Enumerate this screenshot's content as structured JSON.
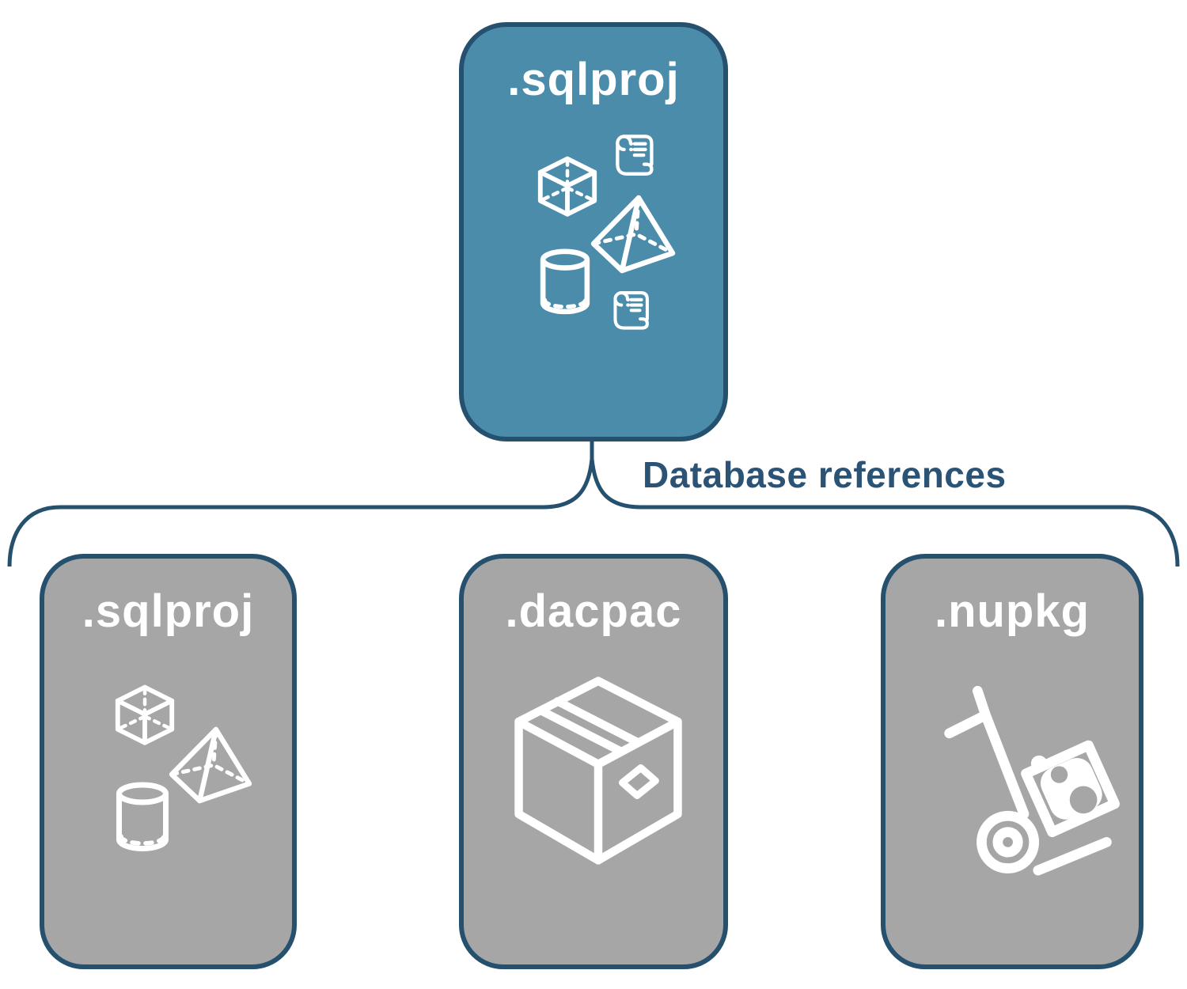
{
  "colors": {
    "accent": "#4a8caa",
    "border": "#25506e",
    "card": "#a6a6a6",
    "label": "#2b5375",
    "icon": "#ffffff"
  },
  "root_card": {
    "label": ".sqlproj",
    "icons": [
      "cube",
      "scroll",
      "pyramid",
      "cylinder",
      "scroll"
    ]
  },
  "connector": {
    "label": "Database references",
    "style": "curly-brace"
  },
  "child_cards": [
    {
      "label": ".sqlproj",
      "icons": [
        "cube",
        "pyramid",
        "cylinder"
      ]
    },
    {
      "label": ".dacpac",
      "icons": [
        "package-box"
      ]
    },
    {
      "label": ".nupkg",
      "icons": [
        "nuget-hand-truck"
      ]
    }
  ]
}
